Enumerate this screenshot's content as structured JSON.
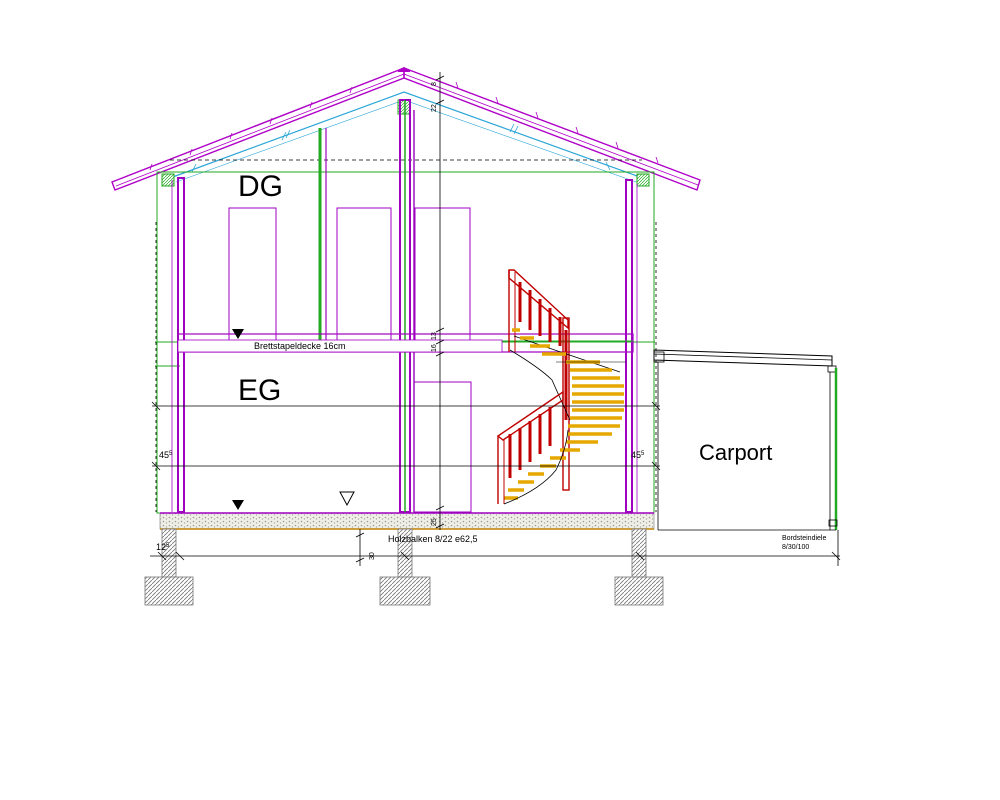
{
  "floors": {
    "upper": "DG",
    "ground": "EG"
  },
  "carport": "Carport",
  "slab_label": "Brettstapeldecke 16cm",
  "beam_label": "Holzbalken 8/22 e62,5",
  "curb_label_1": "Bordsteindiele",
  "curb_label_2": "8/30/100",
  "dims": {
    "left_overhang": "45",
    "left_overhang_sup": "5",
    "right_overhang": "45",
    "right_overhang_sup": "5",
    "footing_offset": "12",
    "footing_offset_sup": "5",
    "ridge_a": "22",
    "ridge_b": "8",
    "slab_a": "13",
    "slab_b": "16",
    "floor": "25",
    "beam_depth": "30"
  },
  "colors": {
    "wall": "#a000c0",
    "roof": "#b000c8",
    "insulation": "#2aa5d6",
    "green": "#22aa22",
    "stair": "#c00000",
    "tread": "#e6a800",
    "foundation": "#888888"
  }
}
